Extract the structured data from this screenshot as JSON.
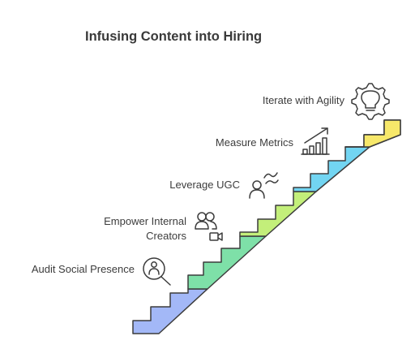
{
  "title": "Infusing Content into Hiring",
  "steps": [
    {
      "label": "Audit Social Presence",
      "icon": "magnifier-person-icon",
      "color": "#a3b8f7"
    },
    {
      "label_line1": "Empower Internal",
      "label_line2": "Creators",
      "icon": "users-video-icon",
      "color": "#7ee0a8"
    },
    {
      "label": "Leverage UGC",
      "icon": "person-wave-icon",
      "color": "#c3ef7a"
    },
    {
      "label": "Measure Metrics",
      "icon": "bar-chart-growth-icon",
      "color": "#72d5f2"
    },
    {
      "label": "Iterate with Agility",
      "icon": "gear-lightbulb-icon",
      "color": "#f7e86a"
    }
  ]
}
